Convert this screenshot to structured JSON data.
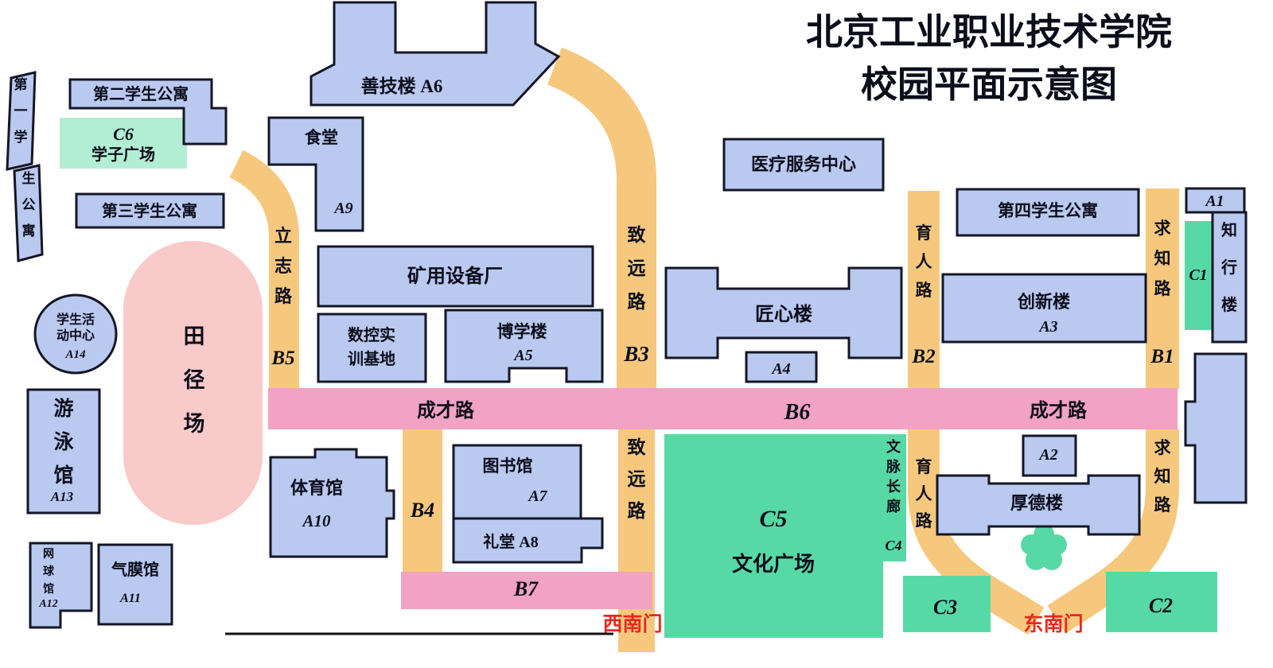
{
  "title": {
    "line1": "北京工业职业技术学院",
    "line2": "校园平面示意图"
  },
  "buildings": {
    "a6": "善技楼  A6",
    "dorm2": "第二学生公寓",
    "dorm1_top": "第一学",
    "dorm1_bot": "生公寓",
    "dorm3": "第三学生公寓",
    "dorm4": "第四学生公寓",
    "canteen": "食堂",
    "canteen_code": "A9",
    "medical": "医疗服务中心",
    "mining": "矿用设备厂",
    "cnc_line1": "数控实",
    "cnc_line2": "训基地",
    "boxue": "博学楼",
    "boxue_code": "A5",
    "jiangxin": "匠心楼",
    "jiangxin_annex": "A4",
    "chuangxin": "创新楼",
    "chuangxin_code": "A3",
    "a1": "A1",
    "zhixing": "知行楼",
    "activity_line1": "学生活",
    "activity_line2": "动中心",
    "activity_code": "A14",
    "field": "田径场",
    "swim": "游泳馆",
    "swim_code": "A13",
    "tennis": "网球馆",
    "tennis_code": "A12",
    "airdome": "气膜馆",
    "airdome_code": "A11",
    "gym": "体育馆",
    "gym_code": "A10",
    "library": "图书馆",
    "library_code": "A7",
    "hall": "礼堂  A8",
    "houde": "厚德楼",
    "houde_annex": "A2"
  },
  "areas": {
    "c6_code": "C6",
    "c6_name": "学子广场",
    "c5_code": "C5",
    "c5_name": "文化广场",
    "c4_name": "文脉长廊",
    "c4_code": "C4",
    "c3_code": "C3",
    "c2_code": "C2",
    "c1_code": "C1"
  },
  "roads": {
    "lizhi": "立志路",
    "b5": "B5",
    "zhiyuan_n": "致远路",
    "b3": "B3",
    "zhiyuan_s": "致远路",
    "chengcai_w": "成才路",
    "b6": "B6",
    "chengcai_e": "成才路",
    "b4": "B4",
    "b7": "B7",
    "yuren_n": "育人路",
    "b2": "B2",
    "yuren_s": "育人路",
    "qiuzhi_n": "求知路",
    "b1": "B1",
    "qiuzhi_s": "求知路"
  },
  "gates": {
    "southwest": "西南门",
    "southeast": "东南门"
  },
  "colors": {
    "building_fill": "#b9c9ef",
    "building_border": "#141626",
    "road_orange": "#f6c87e",
    "road_pink": "#f2a2c2",
    "green": "#57d9a6",
    "green_light": "#b2eed3",
    "field_pink": "#f9caca",
    "gate_text": "#e8281e"
  }
}
